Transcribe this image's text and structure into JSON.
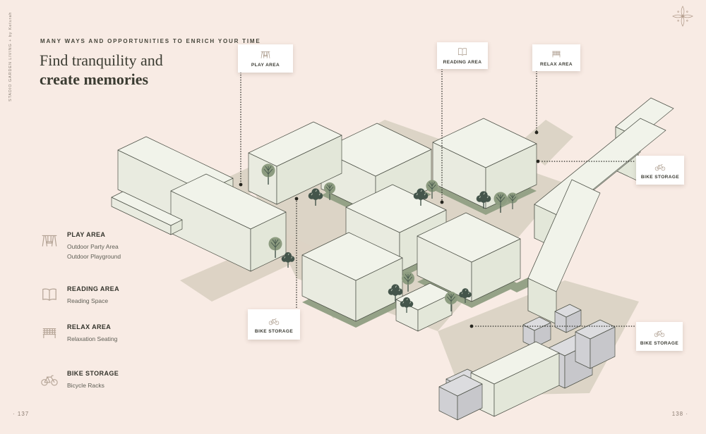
{
  "page": {
    "background": "#f8ebe4",
    "side_label": "STADIO GARDEN LIVING + by Keturah",
    "page_number_left": "· 137",
    "page_number_right": "138 ·",
    "corner_ornament_icon": "flower-ornament-icon"
  },
  "header": {
    "eyebrow": "MANY WAYS AND OPPORTUNITIES TO ENRICH YOUR TIME",
    "title_line1": "Find tranquility and",
    "title_line2": "create memories"
  },
  "legend": {
    "items": [
      {
        "icon": "swing-icon",
        "title": "PLAY AREA",
        "details": [
          "Outdoor Party Area",
          "Outdoor Playground"
        ]
      },
      {
        "icon": "open-book-icon",
        "title": "READING AREA",
        "details": [
          "Reading Space"
        ]
      },
      {
        "icon": "bench-icon",
        "title": "RELAX AREA",
        "details": [
          "Relaxation Seating"
        ]
      },
      {
        "icon": "bicycle-icon",
        "title": "BIKE STORAGE",
        "details": [
          "Bicycle Racks"
        ]
      }
    ]
  },
  "map": {
    "description": "Isometric site plan with cream residential blocks, gray service buildings, trees and dotted leader lines",
    "callouts": [
      {
        "id": "play-area",
        "icon": "swing-icon",
        "label": "PLAY AREA"
      },
      {
        "id": "reading-area",
        "icon": "open-book-icon",
        "label": "READING AREA"
      },
      {
        "id": "relax-area",
        "icon": "bench-icon",
        "label": "RELAX AREA"
      },
      {
        "id": "bike-storage-top-right",
        "icon": "bicycle-icon",
        "label": "BIKE STORAGE"
      },
      {
        "id": "bike-storage-left",
        "icon": "bicycle-icon",
        "label": "BIKE STORAGE"
      },
      {
        "id": "bike-storage-bottom-right",
        "icon": "bicycle-icon",
        "label": "BIKE STORAGE"
      }
    ]
  },
  "colors": {
    "background": "#f8ebe4",
    "card_background": "#ffffff",
    "ink": "#3b3c32",
    "muted_text": "#5e5e55",
    "icon_taupe": "#ac9c8d",
    "building_cream": "#f1f3ea",
    "building_gray": "#dcdcdf",
    "outline": "#4c5046",
    "ground_tan": "#dcd4c6",
    "plinth_sage": "#95a287",
    "tree_light": "#8d9c80",
    "tree_dark": "#44554b",
    "dotted_line": "#33332e"
  }
}
